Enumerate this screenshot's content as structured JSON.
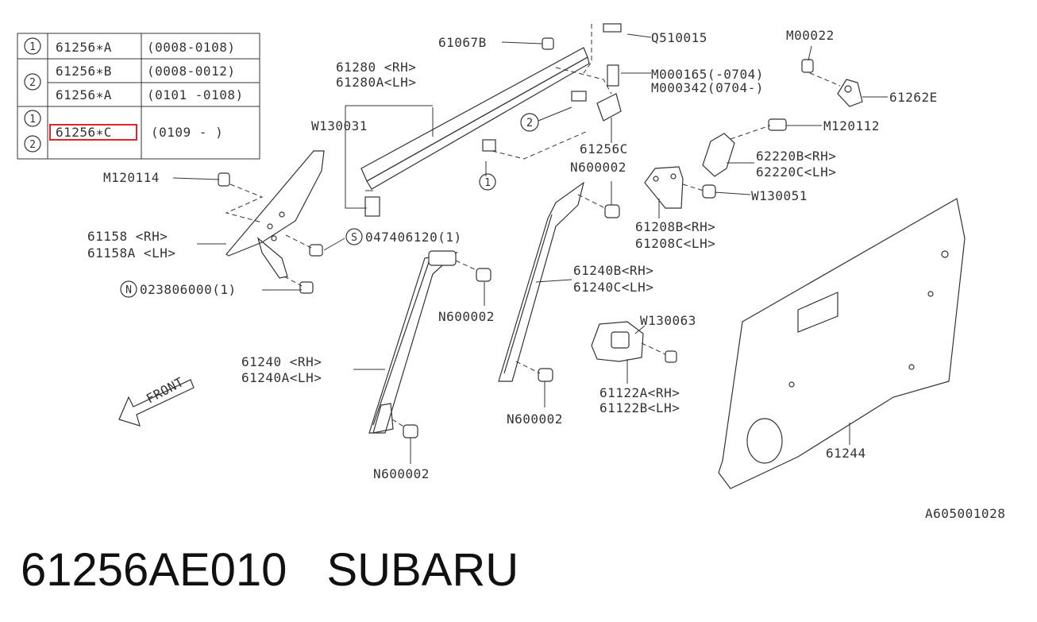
{
  "table": {
    "rows": [
      {
        "keys": [
          "1"
        ],
        "part": "61256∗A",
        "range": "(0008-0108)"
      },
      {
        "keys": [
          "2"
        ],
        "part": "61256∗B",
        "range": "(0008-0012)"
      },
      {
        "keys": [],
        "part": "61256∗A",
        "range": "(0101 -0108)"
      },
      {
        "keys": [
          "1",
          "2"
        ],
        "part": "61256∗C",
        "range": "(0109 -    )"
      }
    ]
  },
  "labels": {
    "p61067b": "61067B",
    "q510015": "Q510015",
    "m000165": "M000165(-0704)",
    "m000342": "M000342(0704-)",
    "m00022": "M00022",
    "p61262e": "61262E",
    "p61280rh": "61280 <RH>",
    "p61280alh": "61280A<LH>",
    "w130031": "W130031",
    "circ2": "2",
    "circ1": "1",
    "p61256c": "61256C",
    "n600002_top": "N600002",
    "m120112": "M120112",
    "p62220b": "62220B<RH>",
    "p62220c": "62220C<LH>",
    "m120114": "M120114",
    "w130051": "W130051",
    "p61158rh": "61158  <RH>",
    "p61158alh": "61158A <LH>",
    "s_code": "S",
    "s_part": "047406120(1)",
    "p61208b": "61208B<RH>",
    "p61208c": "61208C<LH>",
    "n_code": "N",
    "n_part": "023806000(1)",
    "p61240b": "61240B<RH>",
    "p61240c": "61240C<LH>",
    "n600002_mid": "N600002",
    "w130063": "W130063",
    "p61240rh": "61240  <RH>",
    "p61240alh": "61240A<LH>",
    "front": "FRONT",
    "n600002_right": "N600002",
    "p61122a": "61122A<RH>",
    "p61122b": "61122B<LH>",
    "p61244": "61244",
    "n600002_bottom": "N600002",
    "diagram_id": "A605001028"
  },
  "caption": {
    "part_number": "61256AE010",
    "brand": "SUBARU"
  },
  "colors": {
    "highlight": "#e0242b",
    "ink": "#333333"
  }
}
